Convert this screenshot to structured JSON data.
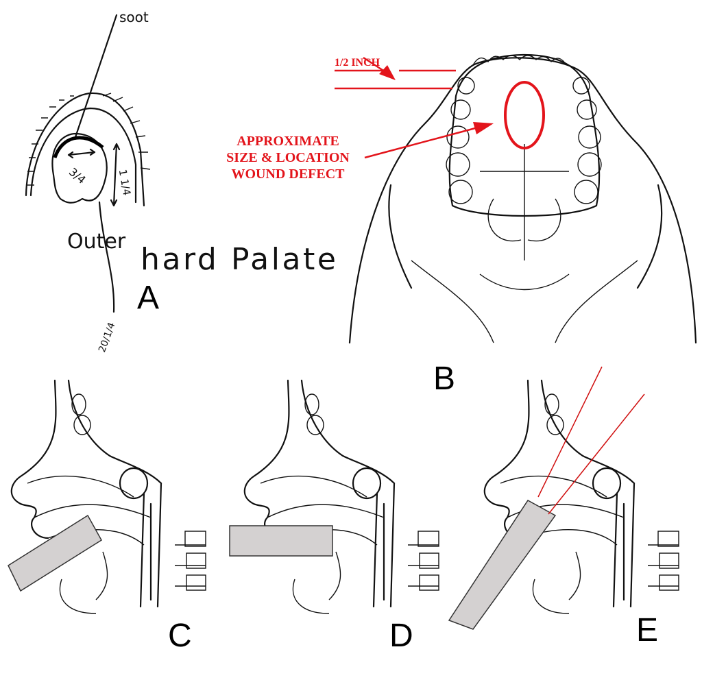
{
  "panel_a": {
    "label": "A",
    "annotations": {
      "soot": "soot",
      "width": "3/4",
      "height": "1 1/4",
      "outer": "Outer",
      "hard_palate": "hard Palate",
      "date": "20/1/4"
    }
  },
  "panel_b": {
    "label": "B",
    "measure_label": "1/2 INCH",
    "defect_label_lines": [
      "APPROXIMATE",
      "SIZE & LOCATION",
      "WOUND DEFECT"
    ],
    "accent_color": "#e3141b"
  },
  "panel_c": {
    "label": "C"
  },
  "panel_d": {
    "label": "D"
  },
  "panel_e": {
    "label": "E"
  }
}
